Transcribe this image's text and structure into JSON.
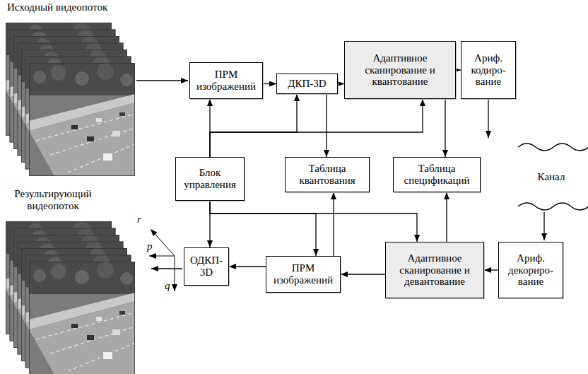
{
  "diagram": {
    "nodes": [
      {
        "text": [
          "ПРМ изображений"
        ]
      },
      {
        "text": [
          "ДКП-3D"
        ]
      },
      {
        "text": [
          "Адаптивное сканирование и квантование"
        ]
      },
      {
        "text": [
          "Ариф. кодиро- вание"
        ]
      },
      {
        "text": [
          "Блок управления"
        ]
      },
      {
        "text": [
          "Таблица квантования"
        ]
      },
      {
        "text": [
          "Таблица спецификаций"
        ]
      },
      {
        "text": [
          "ОДКП- 3D"
        ]
      },
      {
        "text": [
          "ПРМ изображений"
        ]
      },
      {
        "text": [
          "Адаптивное сканирование и девантование"
        ]
      },
      {
        "text": [
          "Ариф. декориро- вание"
        ]
      }
    ],
    "edges": [
      {
        "from": 0,
        "to": 1,
        "arrow": "to"
      },
      {
        "from": 1,
        "to": 2,
        "arrow": "to"
      },
      {
        "from": 2,
        "to": 3,
        "arrow": "to"
      },
      {
        "from": 4,
        "to": 0,
        "arrow": "to"
      },
      {
        "from": 4,
        "to": 1,
        "arrow": "to"
      },
      {
        "from": 4,
        "to": 2,
        "arrow": "to"
      },
      {
        "from": 1,
        "to": 5,
        "arrow": "to"
      },
      {
        "from": 2,
        "to": 6,
        "arrow": "to"
      },
      {
        "from": 4,
        "to": 7,
        "arrow": "to"
      },
      {
        "from": 4,
        "to": 8,
        "arrow": "to"
      },
      {
        "from": 4,
        "to": 9,
        "arrow": "to"
      },
      {
        "from": 8,
        "to": 5,
        "arrow": "to"
      },
      {
        "from": 9,
        "to": 6,
        "arrow": "to"
      },
      {
        "from": 10,
        "to": 9,
        "arrow": "to"
      },
      {
        "from": 9,
        "to": 8,
        "arrow": "to"
      },
      {
        "from": 8,
        "to": 7,
        "arrow": "to"
      }
    ],
    "labels": [
      "Исходный видеопоток",
      "Результирующий видеопоток",
      "Канал",
      "r",
      "p",
      "q"
    ]
  }
}
